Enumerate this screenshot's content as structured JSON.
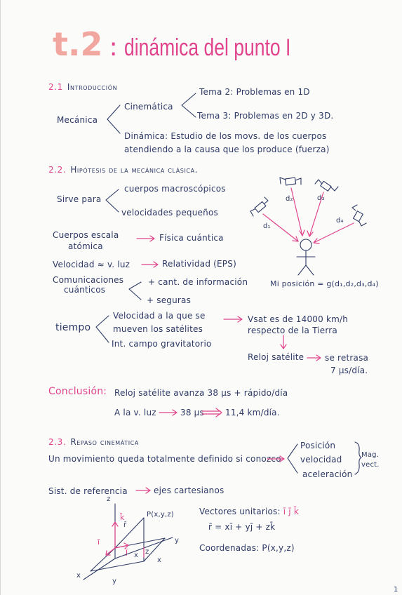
{
  "title": {
    "number": "t.2",
    "text": "dinámica del punto I"
  },
  "s21": {
    "number": "2.1",
    "heading": "Introducción",
    "mecanica": "Mecánica",
    "cinematica": "Cinemática",
    "tema2": "Tema 2: Problemas en 1D",
    "tema3": "Tema 3: Problemas en 2D y 3D.",
    "dinamica1": "Dinámica: Estudio de los movs. de los cuerpos",
    "dinamica2": "atendiendo a la causa que los produce (fuerza)"
  },
  "s22": {
    "number": "2.2.",
    "heading": "Hipótesis de la mecánica clásica.",
    "sirve": "Sirve para",
    "cuerpos": "cuerpos macroscópicos",
    "velocidades": "velocidades pequeños",
    "escala1": "Cuerpos escala",
    "escala2": "atómica",
    "cuantica": "Física cuántica",
    "velocidad": "Velocidad ≈ v. luz",
    "relatividad": "Relatividad (EPS)",
    "com1": "Comunicaciones",
    "com2": "cuánticos",
    "informacion": "+ cant. de información",
    "seguras": "+ seguras",
    "d1": "d₁",
    "d2": "d₂",
    "d3": "d₃",
    "d4": "d₄",
    "posicion": "Mi posición = g(d₁,d₂,d₃,d₄)",
    "tiempo": "tiempo",
    "vel1": "Velocidad a la que se",
    "vel2": "mueven los satélites",
    "vsat1": "Vsat es de 14000 km/h",
    "vsat2": "respecto de la Tierra",
    "campo": "Int. campo gravitatorio",
    "reloj": "Reloj satélite",
    "retrasa1": "se retrasa",
    "retrasa2": "7 μs/día."
  },
  "conclusion": {
    "label": "Conclusión:",
    "text": "Reloj satélite avanza 38 μs + rápido/día",
    "luz": "A la v. luz",
    "us": "38 μs",
    "km": "11,4 km/día."
  },
  "s23": {
    "number": "2.3.",
    "heading": "Repaso cinemática",
    "movimiento": "Un movimiento queda totalmente definido si conozco",
    "posicion": "Posición",
    "velocidad": "velocidad",
    "aceleracion": "aceleración",
    "mag1": "Mag.",
    "mag2": "vect.",
    "sist": "Sist. de referencia",
    "ejes": "ejes cartesianos",
    "axis_z": "z",
    "axis_y": "y",
    "axis_x": "x",
    "vec_k": "k̄",
    "vec_i": "ī",
    "vec_j": "j̄",
    "vec_r": "r̄",
    "punto": "P(x,y,z)",
    "lbl_y": "y",
    "lbl_z": "z",
    "lbl_x": "x",
    "lbl_x2": "x",
    "unitarios": "Vectores unitarios:",
    "ijk": "ī j̄ k̄",
    "rdef": "r̄ = xī + yj̄ + zk̄",
    "coordenadas": "Coordenadas: P(x,y,z)"
  },
  "page_number": "1"
}
